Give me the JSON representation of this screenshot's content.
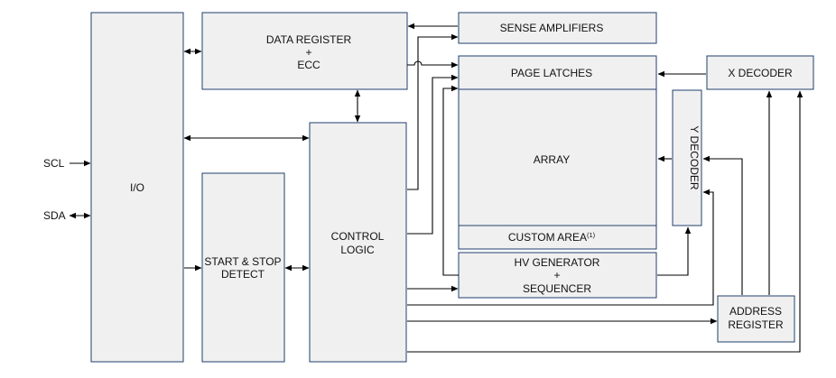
{
  "blocks": {
    "io": "I/O",
    "data_register": [
      "DATA REGISTER",
      "+",
      "ECC"
    ],
    "sense_amplifiers": "SENSE AMPLIFIERS",
    "page_latches": "PAGE LATCHES",
    "x_decoder": "X DECODER",
    "array": "ARRAY",
    "custom_area": "CUSTOM AREA",
    "custom_area_note": "(1)",
    "y_decoder": "Y DECODER",
    "control_logic": [
      "CONTROL",
      "LOGIC"
    ],
    "start_stop": [
      "START & STOP",
      "DETECT"
    ],
    "hv_generator": [
      "HV GENERATOR",
      "+",
      "SEQUENCER"
    ],
    "address_register": [
      "ADDRESS",
      "REGISTER"
    ]
  },
  "signals": {
    "scl": "SCL",
    "sda": "SDA"
  }
}
